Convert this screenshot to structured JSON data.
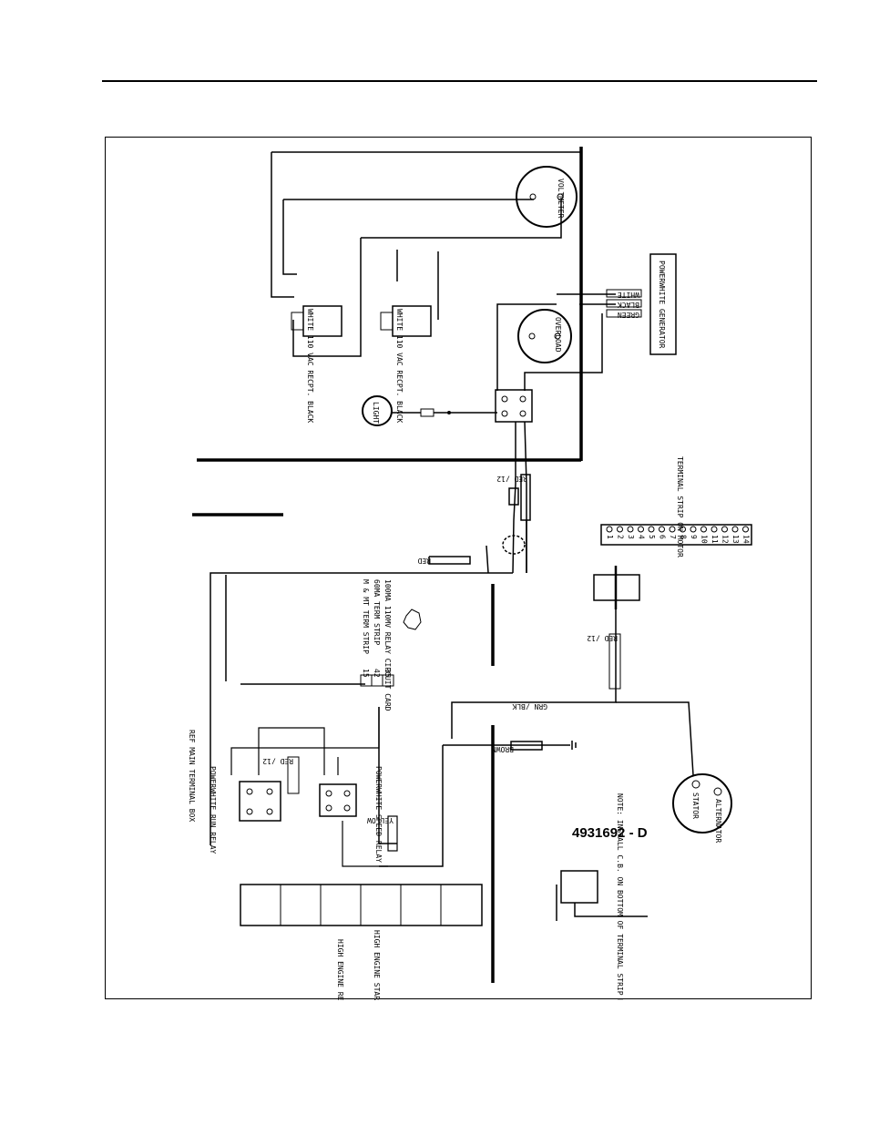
{
  "drawing_number": "4931692 - D",
  "labels": {
    "voltmeter": "VOLTMETER",
    "overload": "OVERLOAD",
    "light": "LIGHT",
    "stator": "STATOR",
    "alternator": "ALTERNATOR",
    "powerwhite_generator": "POWERWHITE GENERATOR",
    "terminal_strip_on_motor": "TERMINAL STRIP ON MOTOR",
    "ref_main_terminal_box": "REF MAIN TERMINAL BOX",
    "powerwhite_run_relay": "POWERWHITE RUN RELAY",
    "powerwhite_speed_relay": "POWERWHITE SPEED RELAY",
    "high_engine_relay": "HIGH ENGINE RELAY",
    "high_engine_start_relay": "HIGH ENGINE START RELAY",
    "note": "NOTE: INSTALL C.B. ON BOTTOM OF TERMINAL STRIP MOUNTING BRACKET",
    "receptacle_1": "WHITE 110 VAC RECPT. BLACK",
    "receptacle_2": "WHITE 110 VAC RECPT. BLACK"
  },
  "wire_labels": {
    "white": "WHITE",
    "black": "BLACK",
    "green": "GREEN",
    "red_12": "RED /12",
    "red": "RED",
    "red_12_b": "RED /12",
    "red_12_c": "RED /12",
    "grn_blk": "GRN /BLK",
    "yellow": "YELLOW",
    "brown": "BROWN"
  },
  "legend": {
    "rows": [
      {
        "num": "15",
        "text": "M & MT TERM STRIP"
      },
      {
        "num": "42",
        "text": "60MA TERM STRIP"
      },
      {
        "num": "35",
        "text": "100MA 110MV RELAY CIRCUIT CARD"
      }
    ]
  },
  "terminal_strip_numbers": [
    "1",
    "2",
    "3",
    "4",
    "5",
    "6",
    "7",
    "8",
    "9",
    "10",
    "11",
    "12",
    "13",
    "14"
  ]
}
